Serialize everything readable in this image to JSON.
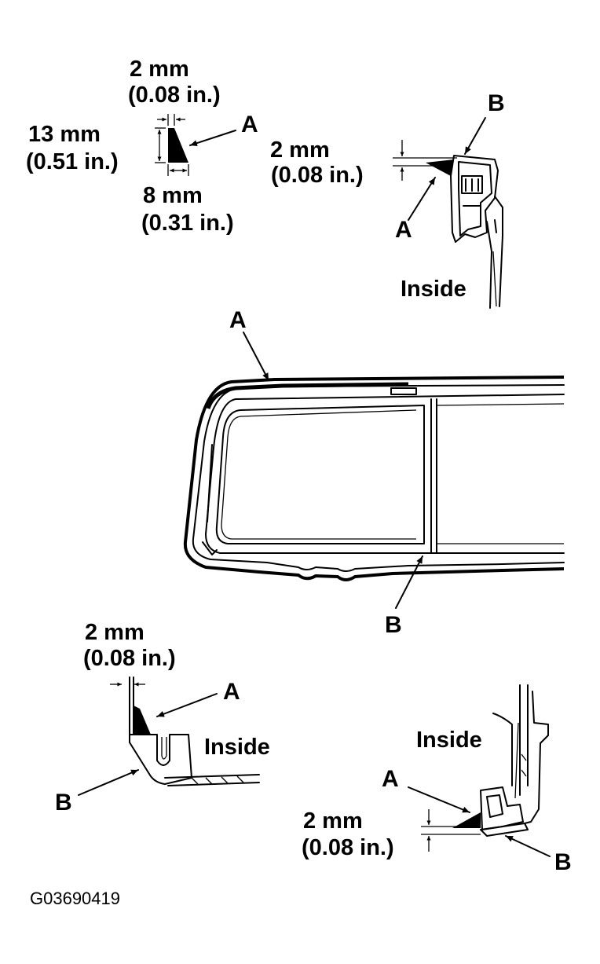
{
  "labels": {
    "a": "A",
    "b": "B",
    "inside": "Inside",
    "dim_2mm": "2 mm",
    "dim_2mm_in": "(0.08 in.)",
    "dim_13mm": "13 mm",
    "dim_13mm_in": "(0.51 in.)",
    "dim_8mm": "8 mm",
    "dim_8mm_in": "(0.31 in.)"
  },
  "figure_code": "G03690419"
}
